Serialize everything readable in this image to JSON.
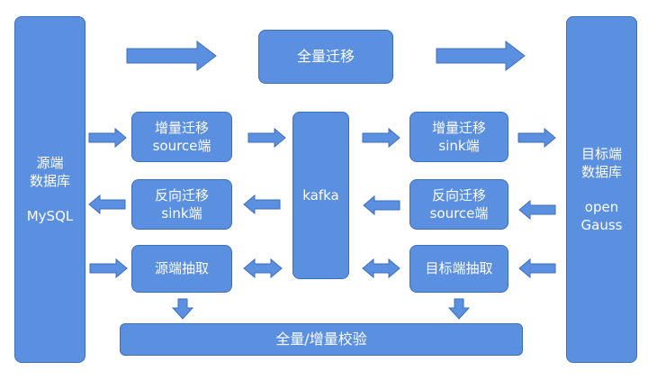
{
  "source_db": {
    "line1": "源端",
    "line2": "数据库",
    "line3": "MySQL"
  },
  "target_db": {
    "line1": "目标端",
    "line2": "数据库",
    "line3": "open",
    "line4": "Gauss"
  },
  "full_migration": "全量迁移",
  "incr_source": {
    "line1": "增量迁移",
    "line2": "source端"
  },
  "reverse_sink": {
    "line1": "反向迁移",
    "line2": "sink端"
  },
  "source_extract": "源端抽取",
  "kafka": "kafka",
  "incr_sink": {
    "line1": "增量迁移",
    "line2": "sink端"
  },
  "reverse_source": {
    "line1": "反向迁移",
    "line2": "source端"
  },
  "target_extract": "目标端抽取",
  "verify": "全量/增量校验",
  "colors": {
    "box_fill": "#5b8fdf",
    "box_border": "#3e6fbd",
    "arrow_fill": "#5b8fdf",
    "text": "#ffffff"
  }
}
